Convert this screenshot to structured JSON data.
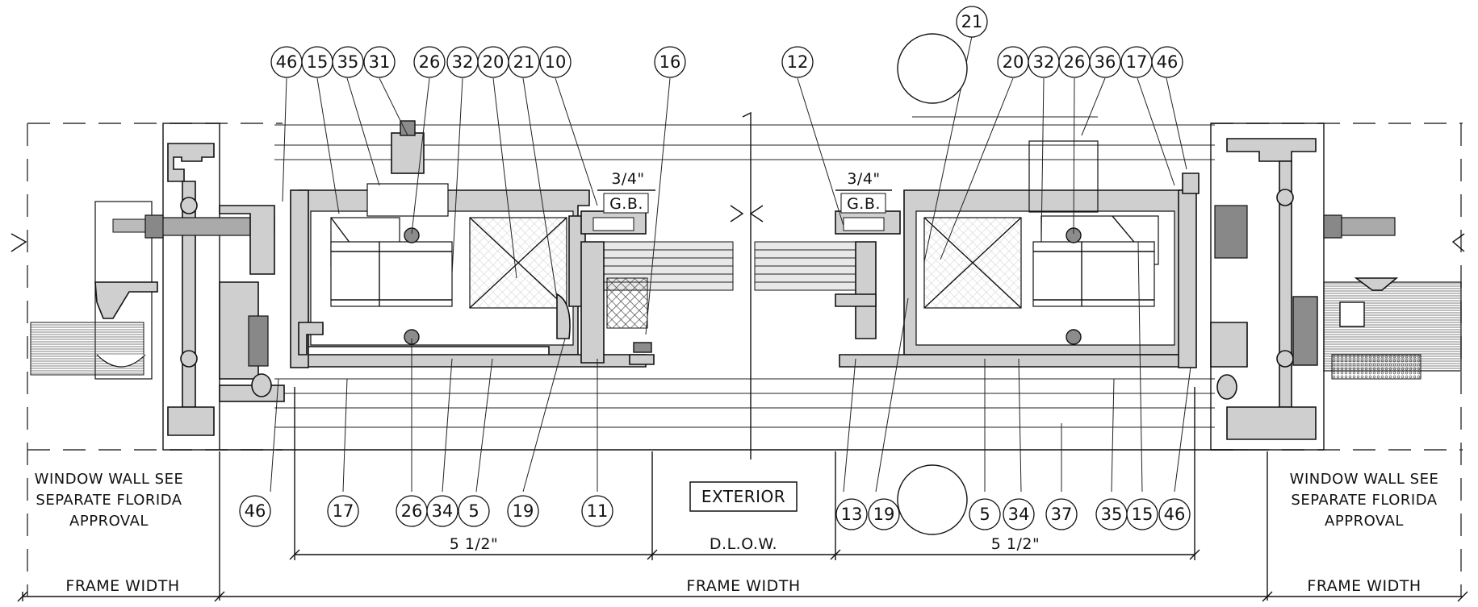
{
  "drawing": {
    "callouts_top_left": [
      "46",
      "15",
      "35",
      "31",
      "26",
      "32",
      "20",
      "21",
      "10",
      "16"
    ],
    "callouts_top_right": [
      "12",
      "20",
      "32",
      "26",
      "36",
      "17",
      "46"
    ],
    "callout_top_center": "21",
    "callouts_bottom_left": [
      "46",
      "17",
      "26",
      "34",
      "5",
      "19",
      "11"
    ],
    "callouts_bottom_right": [
      "13",
      "19",
      "5",
      "34",
      "37",
      "35",
      "15",
      "46"
    ],
    "labels": {
      "window_wall_left": [
        "WINDOW WALL SEE",
        "SEPARATE FLORIDA",
        "APPROVAL"
      ],
      "window_wall_right": [
        "WINDOW WALL SEE",
        "SEPARATE FLORIDA",
        "APPROVAL"
      ],
      "exterior": "EXTERIOR",
      "gb_left": "G.B.",
      "gb_right": "G.B.",
      "three_quarter_left": "3/4\"",
      "three_quarter_right": "3/4\""
    },
    "dimensions": {
      "five_half_left": "5 1/2\"",
      "dlow": "D.L.O.W.",
      "five_half_right": "5 1/2\"",
      "frame_width_left": "FRAME WIDTH",
      "frame_width_center": "FRAME WIDTH",
      "frame_width_right": "FRAME WIDTH"
    }
  }
}
